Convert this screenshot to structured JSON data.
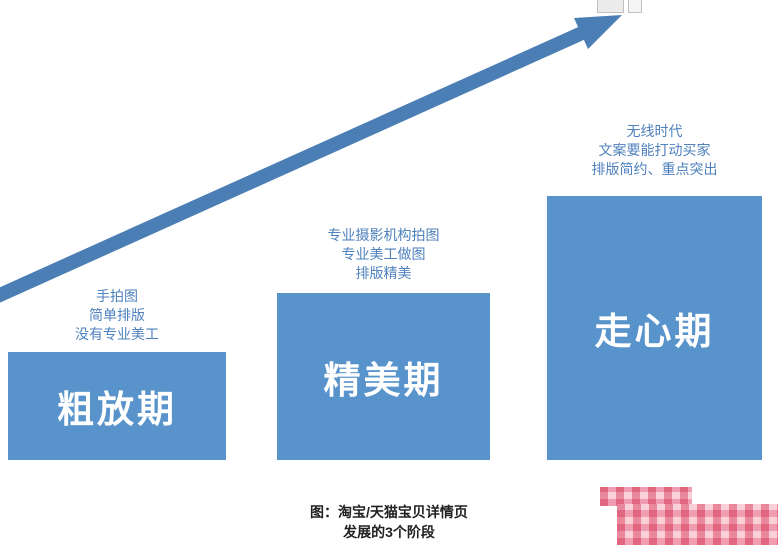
{
  "diagram": {
    "stages": [
      {
        "label": "粗放期",
        "description_lines": [
          "手拍图",
          "简单排版",
          "没有专业美工"
        ]
      },
      {
        "label": "精美期",
        "description_lines": [
          "专业摄影机构拍图",
          "专业美工做图",
          "排版精美"
        ]
      },
      {
        "label": "走心期",
        "description_lines": [
          "无线时代",
          "文案要能打动买家",
          "排版简约、重点突出"
        ]
      }
    ],
    "caption_lines": [
      "图：淘宝/天猫宝贝详情页",
      "发展的3个阶段"
    ],
    "colors": {
      "bar": "#5894cb",
      "arrow": "#4a7eb5",
      "description_text": "#4f81bd",
      "caption_text": "#222222"
    }
  }
}
